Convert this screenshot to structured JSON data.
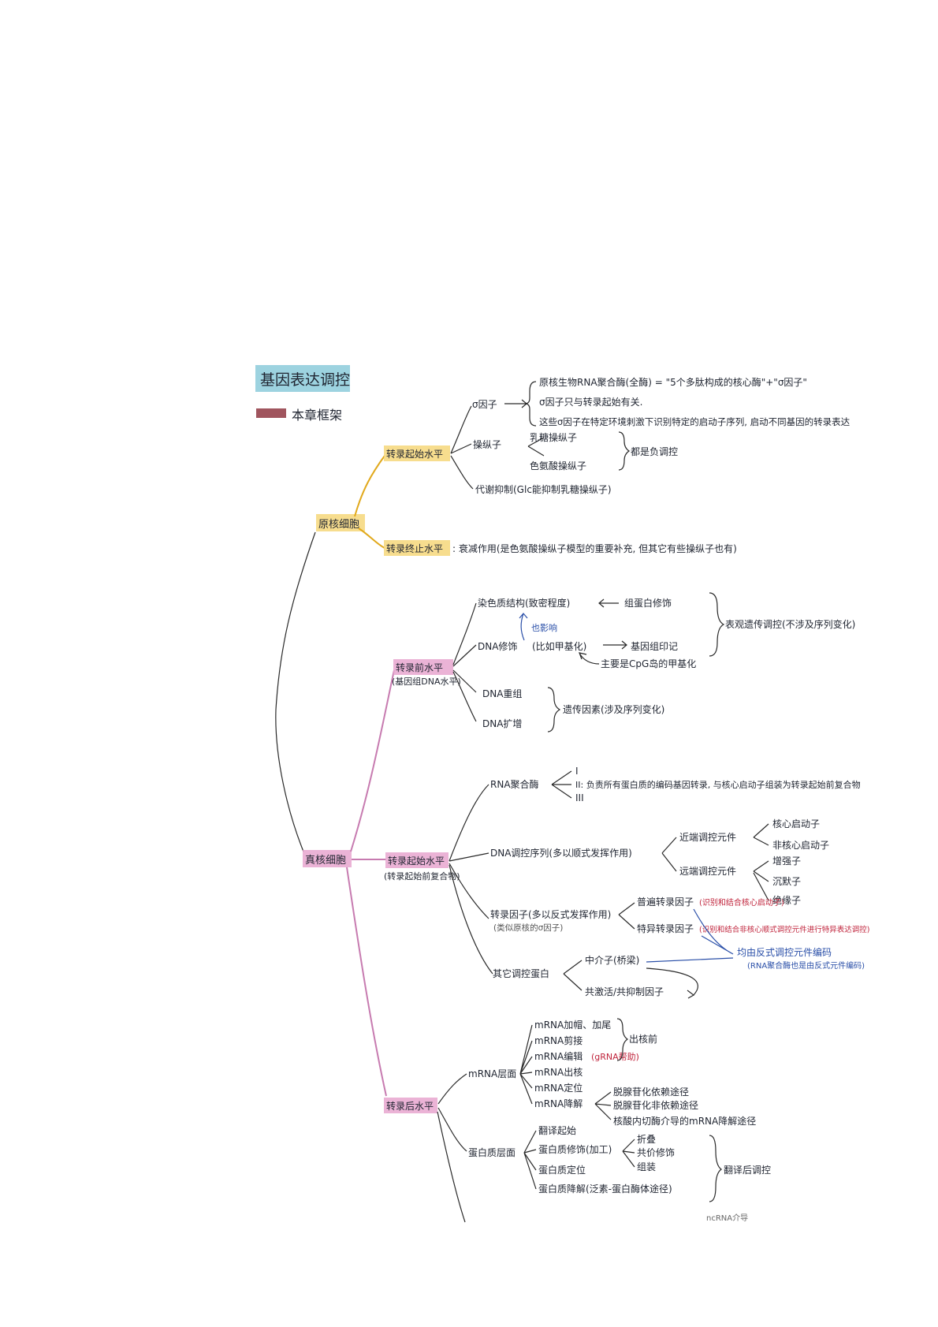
{
  "title": "基因表达调控",
  "subtitle": "本章框架",
  "colors": {
    "yellow_highlight": "#f6d77a",
    "pink_highlight": "#e8a6cf",
    "teal_highlight": "#7cc4d6",
    "blue_ink": "#2a4fa8",
    "red_ink": "#c0243c"
  },
  "prokaryote": {
    "label": "原核细胞",
    "init": {
      "label": "转录起始水平",
      "sigma": {
        "label": "σ因子",
        "notes": [
          "原核生物RNA聚合酶(全酶) = \"5个多肽构成的核心酶\"+\"σ因子\"",
          "σ因子只与转录起始有关.",
          "这些σ因子在特定环境刺激下识别特定的启动子序列, 启动不同基因的转录表达"
        ]
      },
      "operon": {
        "label": "操纵子",
        "items": [
          "乳糖操纵子",
          "色氨酸操纵子"
        ],
        "brace": "都是负调控"
      },
      "metabolic": "代谢抑制(Glc能抑制乳糖操纵子)"
    },
    "term": {
      "label": "转录终止水平",
      "text": ": 衰减作用(是色氨酸操纵子模型的重要补充, 但其它有些操纵子也有)"
    }
  },
  "eukaryote": {
    "label": "真核细胞",
    "pre": {
      "label": "转录前水平",
      "sub": "(基因组DNA水平)",
      "chromatin": "染色质结构(致密程度)",
      "histone": "组蛋白修饰",
      "promote": "也影响",
      "dnamod": "DNA修饰",
      "eg": "(比如甲基化)",
      "imprint": "基因组印记",
      "cpg": "主要是CpG岛的甲基化",
      "epi": "表观遗传调控(不涉及序列变化)",
      "recomb": "DNA重组",
      "amp": "DNA扩增",
      "genetic": "遗传因素(涉及序列变化)"
    },
    "init": {
      "label": "转录起始水平",
      "sub": "(转录起始前复合物)",
      "pol": {
        "label": "RNA聚合酶",
        "items": [
          "I",
          "II: 负责所有蛋白质的编码基因转录, 与核心启动子组装为转录起始前复合物",
          "III"
        ]
      },
      "dnaseq": {
        "label": "DNA调控序列(多以顺式发挥作用)",
        "proximal": "近端调控元件",
        "core": "核心启动子",
        "noncore": "非核心启动子",
        "distal": "远端调控元件",
        "items": [
          "增强子",
          "沉默子",
          "绝缘子"
        ]
      },
      "tf": {
        "label": "转录因子(多以反式发挥作用)",
        "note": "(类似原核的σ因子)",
        "general": "普遍转录因子",
        "general_note": "(识别和结合核心启动子)",
        "specific": "特异转录因子",
        "specific_note": "(识别和结合非核心顺式调控元件进行特异表达调控)",
        "trans": "均由反式调控元件编码",
        "trans2": "(RNA聚合酶也是由反式元件编码)"
      },
      "other": {
        "label": "其它调控蛋白",
        "mediator": "中介子(桥梁)",
        "coact": "共激活/共抑制因子"
      }
    },
    "post": {
      "label": "转录后水平",
      "mrna": {
        "label": "mRNA层面",
        "items": [
          "mRNA加帽、加尾",
          "mRNA剪接",
          "mRNA编辑",
          "mRNA出核",
          "mRNA定位",
          "mRNA降解"
        ],
        "editnote": "(gRNA帮助)",
        "nuclear": "出核前",
        "deg": [
          "脱腺苷化依赖途径",
          "脱腺苷化非依赖途径",
          "核酸内切酶介导的mRNA降解途径"
        ]
      },
      "protein": {
        "label": "蛋白质层面",
        "items": [
          "翻译起始",
          "蛋白质修饰(加工)",
          "蛋白质定位",
          "蛋白质降解(泛素-蛋白酶体途径)"
        ],
        "mods": [
          "折叠",
          "共价修饰",
          "组装"
        ],
        "brace": "翻译后调控",
        "cutoff": "ncRNA介导"
      }
    }
  }
}
